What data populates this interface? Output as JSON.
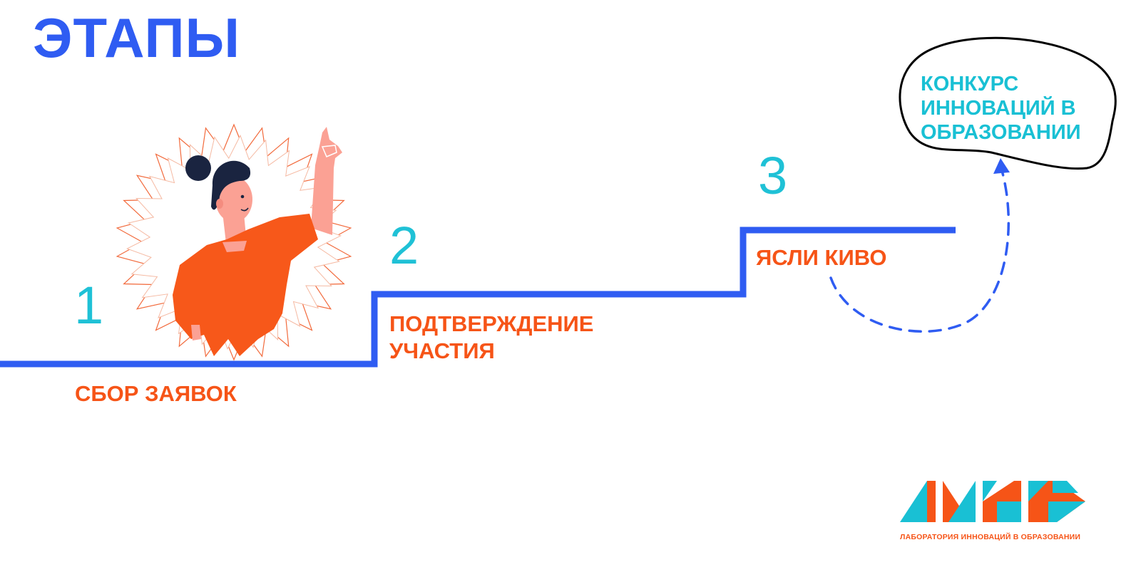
{
  "page": {
    "title": "ЭТАПЫ"
  },
  "steps": [
    {
      "number": "1",
      "label_lines": [
        "СБОР ЗАЯВОК"
      ]
    },
    {
      "number": "2",
      "label_lines": [
        "ПОДТВЕРЖДЕНИЕ",
        "УЧАСТИЯ"
      ]
    },
    {
      "number": "3",
      "label_lines": [
        "ЯСЛИ КИВО"
      ]
    }
  ],
  "goal": {
    "lines": [
      "КОНКУРС",
      "ИННОВАЦИЙ В",
      "ОБРАЗОВАНИИ"
    ]
  },
  "logo": {
    "letters": "ЛИКО",
    "caption": "ЛАБОРАТОРИЯ ИННОВАЦИЙ В ОБРАЗОВАНИИ"
  },
  "colors": {
    "title": "#2f5cf2",
    "stairs": "#2f5cf2",
    "numbers": "#1fc1d6",
    "labels": "#f65417",
    "goal_text": "#19c0d4"
  },
  "icons": [
    "woman-pointing-up-illustration",
    "dashed-arrow-icon",
    "cloud-bubble-icon"
  ]
}
